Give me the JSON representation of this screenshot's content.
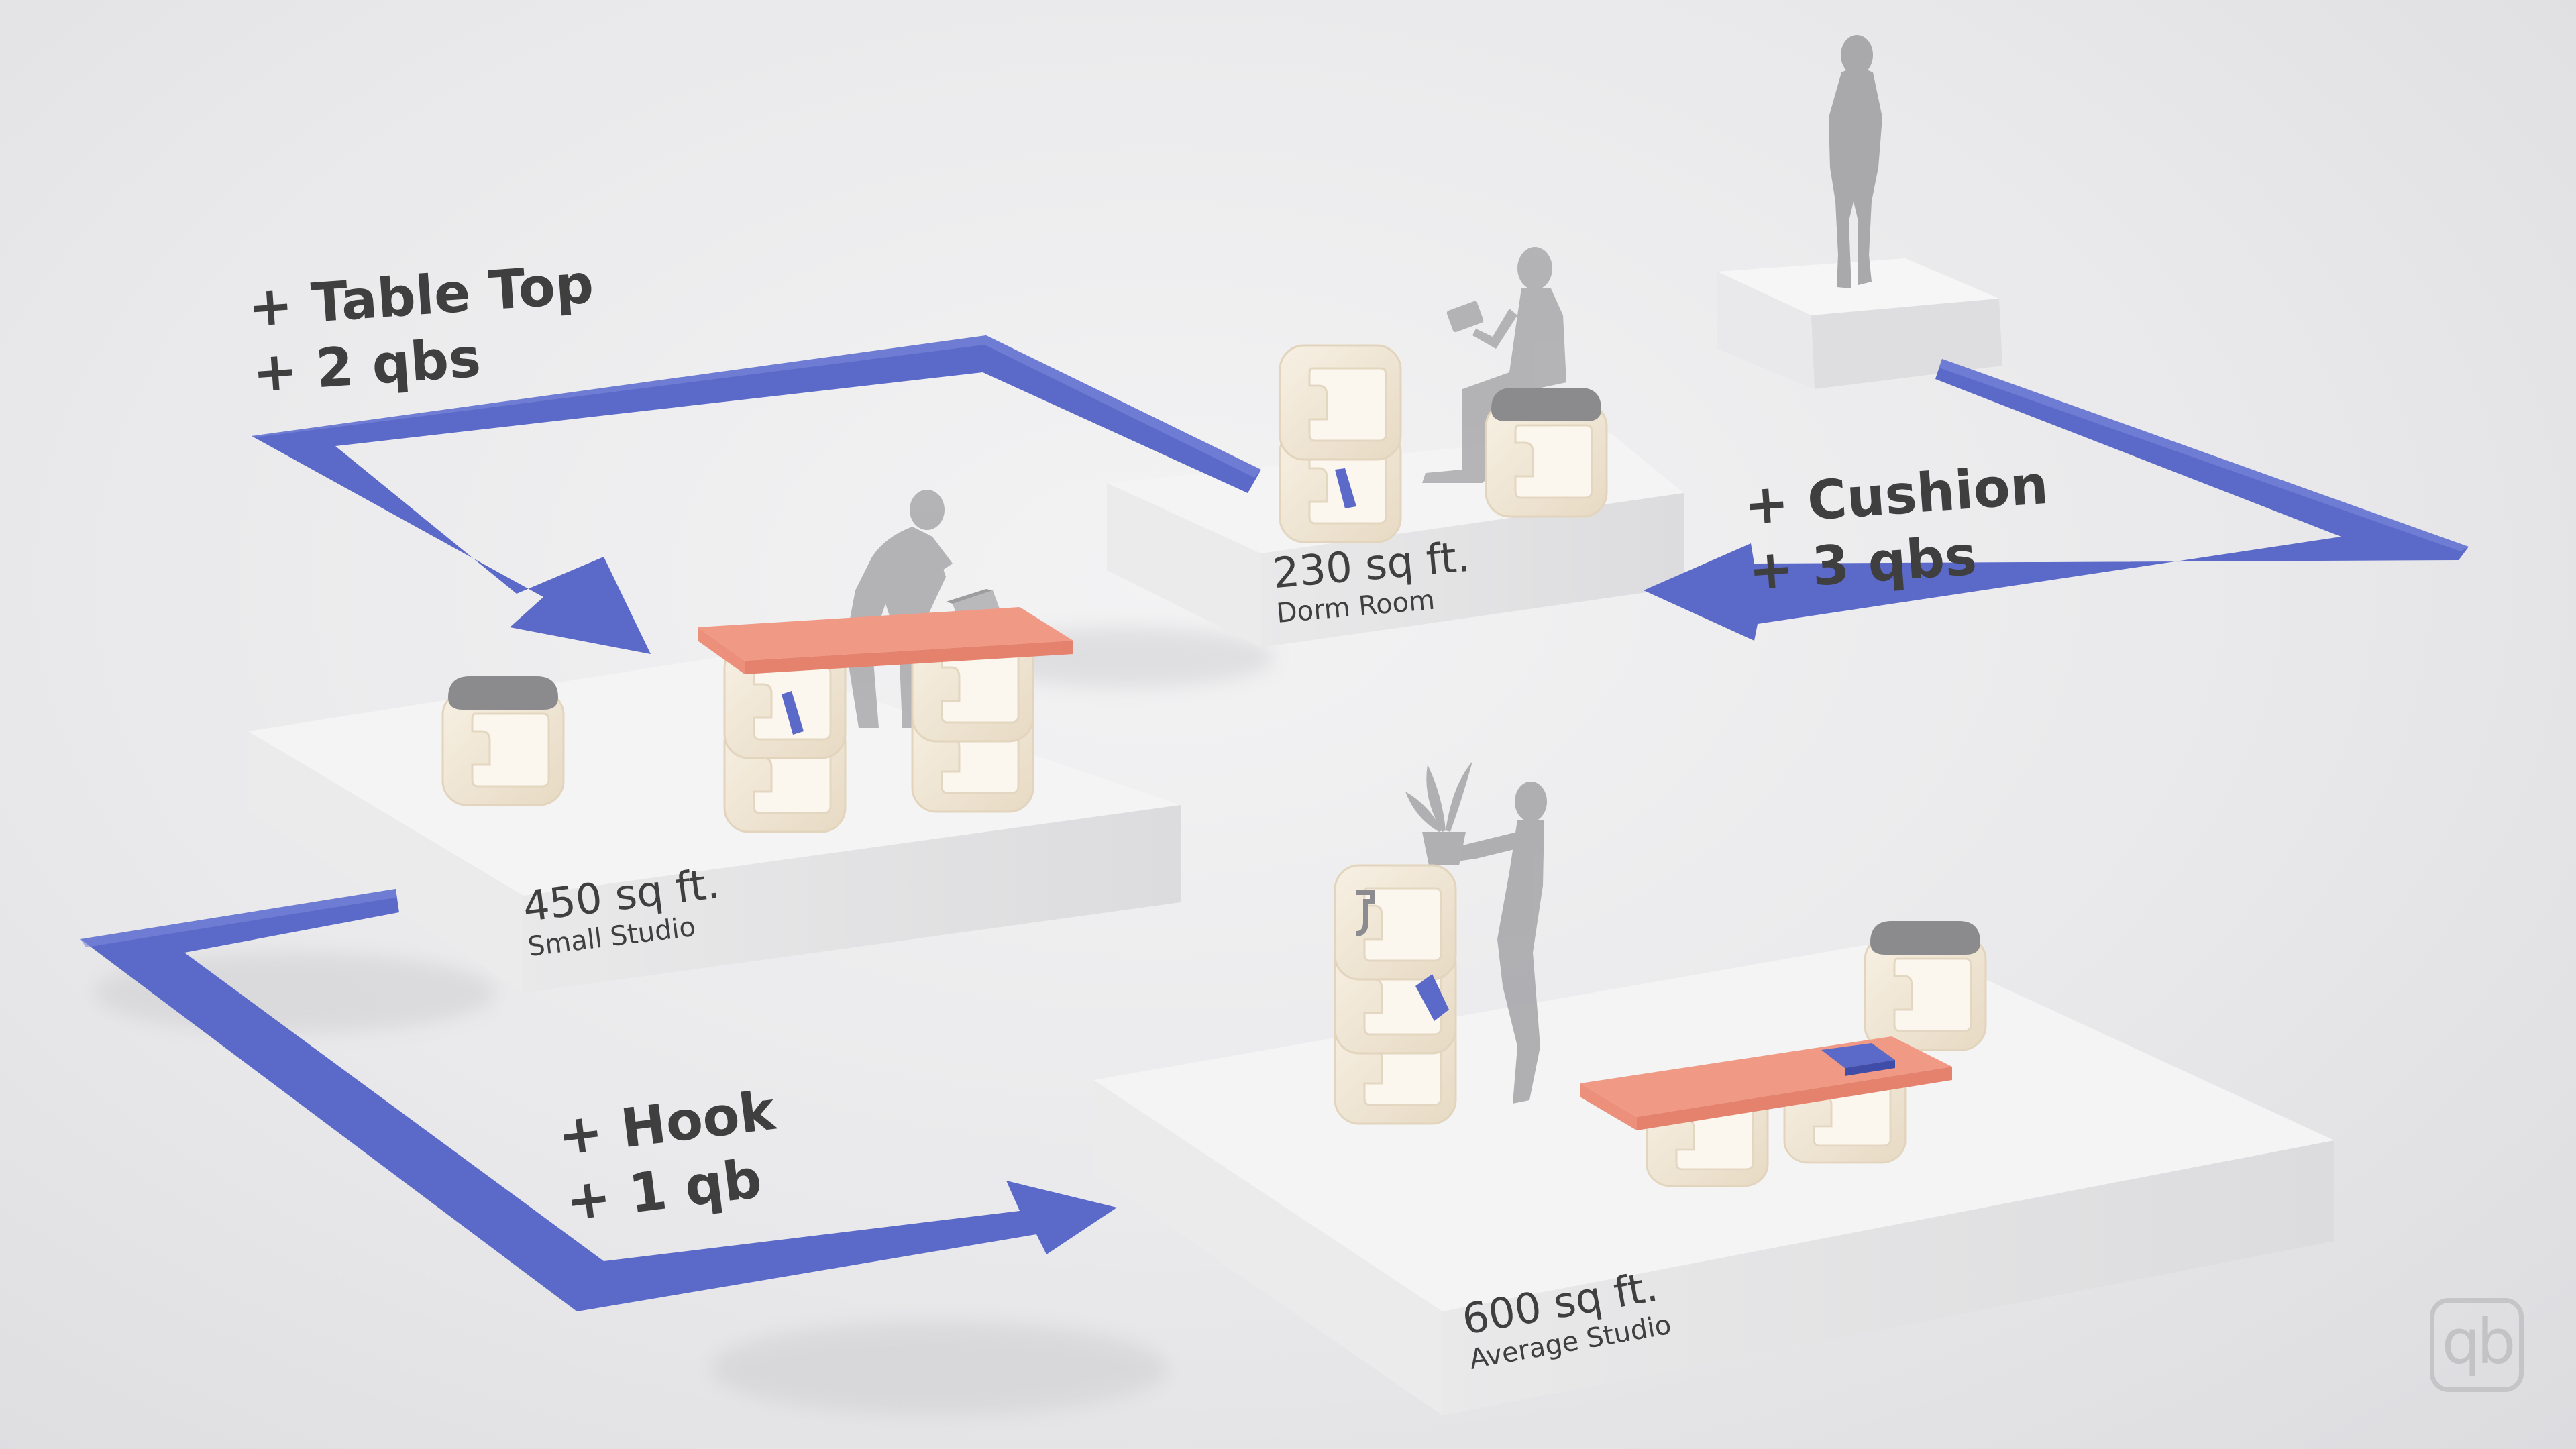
{
  "steps": {
    "table_top": {
      "line1": "+ Table Top",
      "line2": "+ 2 qbs"
    },
    "cushion": {
      "line1": "+ Cushion",
      "line2": "+ 3 qbs"
    },
    "hook": {
      "line1": "+ Hook",
      "line2": "+ 1 qb"
    }
  },
  "rooms": {
    "dorm": {
      "area": "230 sq ft.",
      "name": "Dorm Room"
    },
    "small": {
      "area": "450 sq ft.",
      "name": "Small Studio"
    },
    "average": {
      "area": "600 sq ft.",
      "name": "Average Studio"
    }
  },
  "logo": "qb",
  "colors": {
    "arrow": "#5b69c9",
    "tabletop": "#f09a86",
    "cube": "#f0e6d6",
    "cushion": "#8b8b8e",
    "platform_top": "#f4f4f5",
    "figure": "#a9a9ac"
  }
}
